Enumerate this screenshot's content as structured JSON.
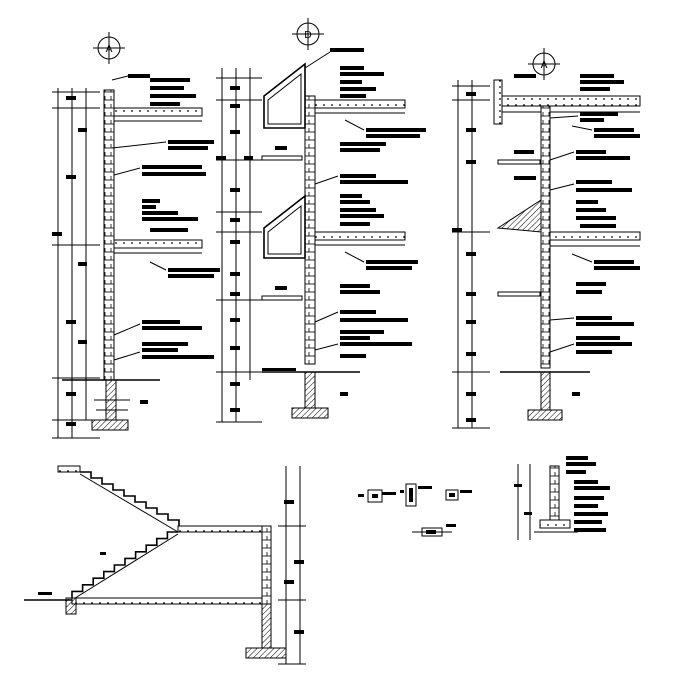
{
  "sheet": {
    "section_a_grid_label": "A",
    "section_b_grid_label": "D",
    "section_c_grid_label": "A"
  },
  "colors": {
    "ink": "#000000",
    "paper": "#ffffff"
  }
}
